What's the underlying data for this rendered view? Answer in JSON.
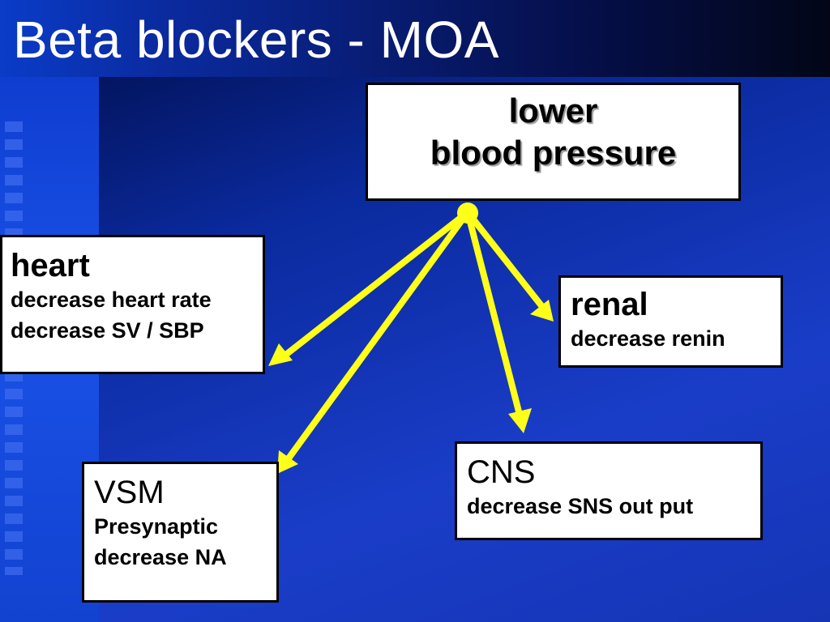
{
  "title": "Beta blockers - MOA",
  "center": {
    "line1": "lower",
    "line2": "blood pressure"
  },
  "heart": {
    "heading": "heart",
    "lines": [
      "decrease heart rate",
      "decrease SV / SBP"
    ]
  },
  "renal": {
    "heading": "renal",
    "lines": [
      "decrease renin"
    ]
  },
  "cns": {
    "heading": "CNS",
    "lines": [
      "decrease SNS out put"
    ]
  },
  "vsm": {
    "heading": "VSM",
    "lines": [
      "Presynaptic",
      "decrease NA"
    ]
  },
  "colors": {
    "arrow": "#ffff1a",
    "background": "#1a3dc8",
    "box": "#ffffff"
  }
}
